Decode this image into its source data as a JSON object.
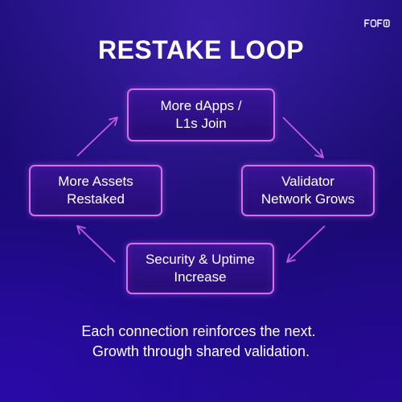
{
  "diagram": {
    "title": "RESTAKE LOOP",
    "nodes": {
      "top": "More dApps /\nL1s Join",
      "right": "Validator\nNetwork Grows",
      "bottom": "Security & Uptime\nIncrease",
      "left": "More Assets\nRestaked"
    },
    "edges": [
      {
        "from": "top",
        "to": "right"
      },
      {
        "from": "right",
        "to": "bottom"
      },
      {
        "from": "bottom",
        "to": "left"
      },
      {
        "from": "left",
        "to": "top"
      }
    ],
    "caption": {
      "line1": "Each connection reinforces the next.",
      "line2": "Growth through shared validation."
    }
  },
  "logo": {
    "icon": "brand-logo-icon"
  },
  "colors": {
    "background_dark": "#150a64",
    "background_light": "#2a16a8",
    "node_border": "#d66fe8",
    "arrow": "#c25ae0",
    "text": "#ffffff"
  }
}
